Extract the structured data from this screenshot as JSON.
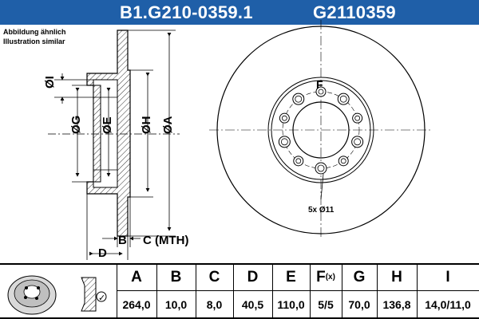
{
  "header": {
    "part_number_1": "B1.G210-0359.1",
    "part_number_2": "G2110359",
    "background_color": "#1f5fa8"
  },
  "note": {
    "line1": "Abbildung ähnlich",
    "line2": "Illustration similar"
  },
  "diagram": {
    "label_I": "ØI",
    "label_G": "ØG",
    "label_E": "ØE",
    "label_H": "ØH",
    "label_A": "ØA",
    "label_B": "B",
    "label_C": "C (MTH)",
    "label_D": "D",
    "label_F": "F",
    "bolt_holes": "5x  Ø11"
  },
  "table": {
    "headers": [
      "A",
      "B",
      "C",
      "D",
      "E",
      "F",
      "G",
      "H",
      "I"
    ],
    "header_F_suffix": "(x)",
    "values": [
      "264,0",
      "10,0",
      "8,0",
      "40,5",
      "110,0",
      "5/5",
      "70,0",
      "136,8",
      "14,0/11,0"
    ]
  }
}
